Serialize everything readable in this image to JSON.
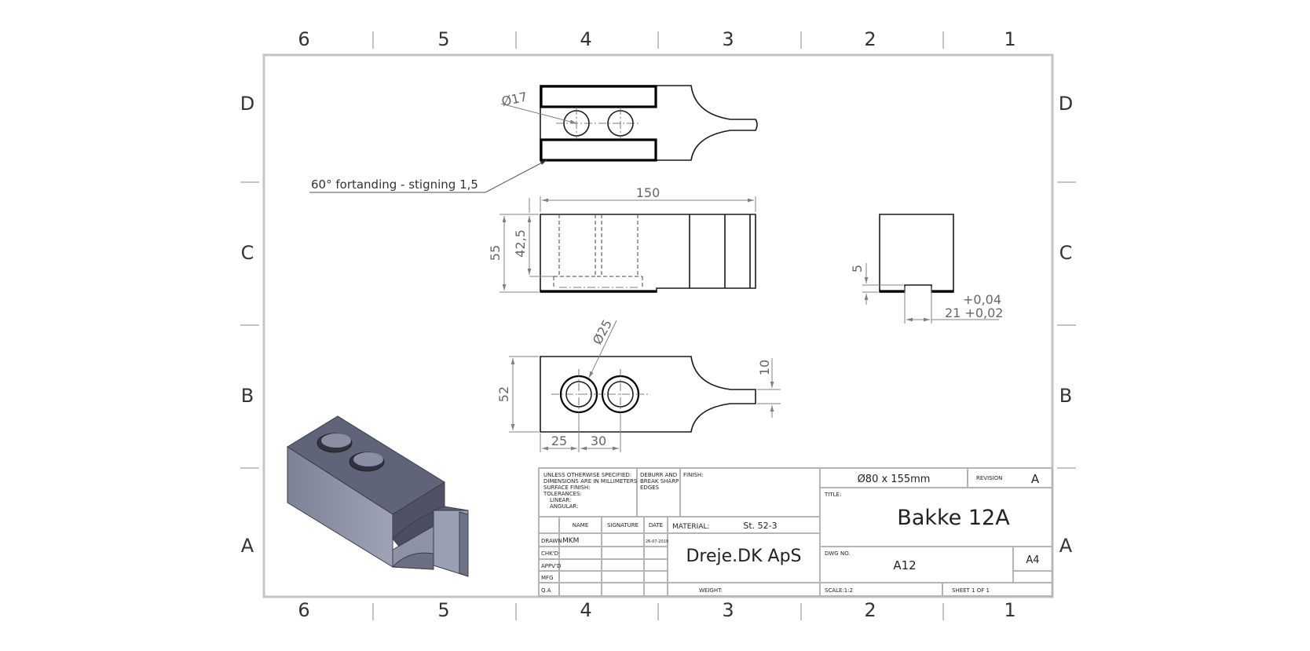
{
  "zones": {
    "columns": [
      "6",
      "5",
      "4",
      "3",
      "2",
      "1"
    ],
    "rows": [
      "D",
      "C",
      "B",
      "A"
    ]
  },
  "notes": {
    "hole_top": "Ø17",
    "thread": "60° fortanding - stigning 1,5",
    "length": "150",
    "height_total": "55",
    "height_slot": "42,5",
    "groove_depth": "5",
    "groove_tol_upper": "+0,04",
    "groove_width": "21 +0,02",
    "bore": "Ø25",
    "width": "52",
    "tip": "10",
    "hole_offset": "25",
    "hole_pitch": "30"
  },
  "title_block": {
    "tolerance_note": [
      "UNLESS OTHERWISE SPECIFIED:",
      "DIMENSIONS ARE IN MILLIMETERS",
      "SURFACE FINISH:",
      "TOLERANCES:",
      "LINEAR:",
      "ANGULAR:"
    ],
    "deburr_note": [
      "DEBURR AND",
      "BREAK SHARP",
      "EDGES"
    ],
    "finish_label": "FINISH:",
    "name_header": "NAME",
    "signature_header": "SIGNATURE",
    "date_header": "DATE",
    "rows": [
      "DRAWN",
      "CHK'D",
      "APPV'D",
      "MFG",
      "Q.A"
    ],
    "drawn_by": "MKM",
    "drawn_date": "26-07-2019",
    "material_label": "MATERIAL:",
    "material": "St. 52-3",
    "company": "Dreje.DK ApS",
    "weight_label": "WEIGHT:",
    "stock_size": "Ø80 x 155mm",
    "revision_label": "REVISION",
    "revision": "A",
    "title_label": "TITLE:",
    "title": "Bakke 12A",
    "dwg_no_label": "DWG NO.",
    "dwg_no": "A12",
    "size": "A4",
    "scale": "SCALE:1:2",
    "sheet": "SHEET 1 OF 1"
  }
}
